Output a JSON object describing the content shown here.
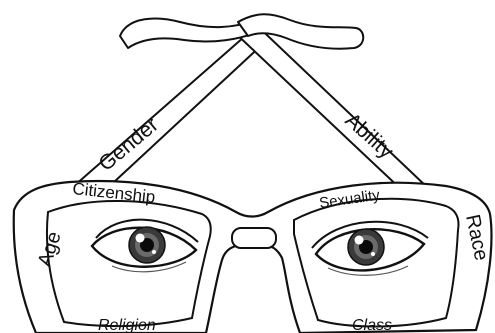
{
  "diagram": {
    "temple_labels": {
      "left": "Gender",
      "right": "Ability"
    },
    "frame_labels": {
      "top_left": "Citizenship",
      "top_right": "Sexuality",
      "left_side": "Age",
      "right_side": "Race",
      "bottom_left": "Religion",
      "bottom_right": "Class"
    }
  }
}
